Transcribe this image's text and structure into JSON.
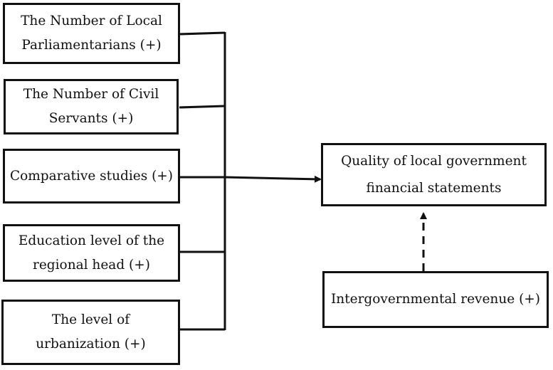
{
  "diagram": {
    "independent_variables": [
      {
        "id": "parliamentarians",
        "line1": "The Number of Local",
        "line2": "Parliamentarians (+)"
      },
      {
        "id": "civil-servants",
        "line1": "The Number of Civil",
        "line2": "Servants (+)"
      },
      {
        "id": "comparative-studies",
        "line1": "Comparative studies (+)",
        "line2": ""
      },
      {
        "id": "education-level",
        "line1": "Education level of the",
        "line2": "regional head (+)"
      },
      {
        "id": "urbanization",
        "line1": "The level of",
        "line2": "urbanization (+)"
      }
    ],
    "dependent_variable": {
      "line1": "Quality of local government",
      "line2": "financial statements"
    },
    "moderating_variable": {
      "line1": "Intergovernmental revenue (+)"
    },
    "colors": {
      "stroke": "#111111",
      "background": "#ffffff"
    }
  }
}
